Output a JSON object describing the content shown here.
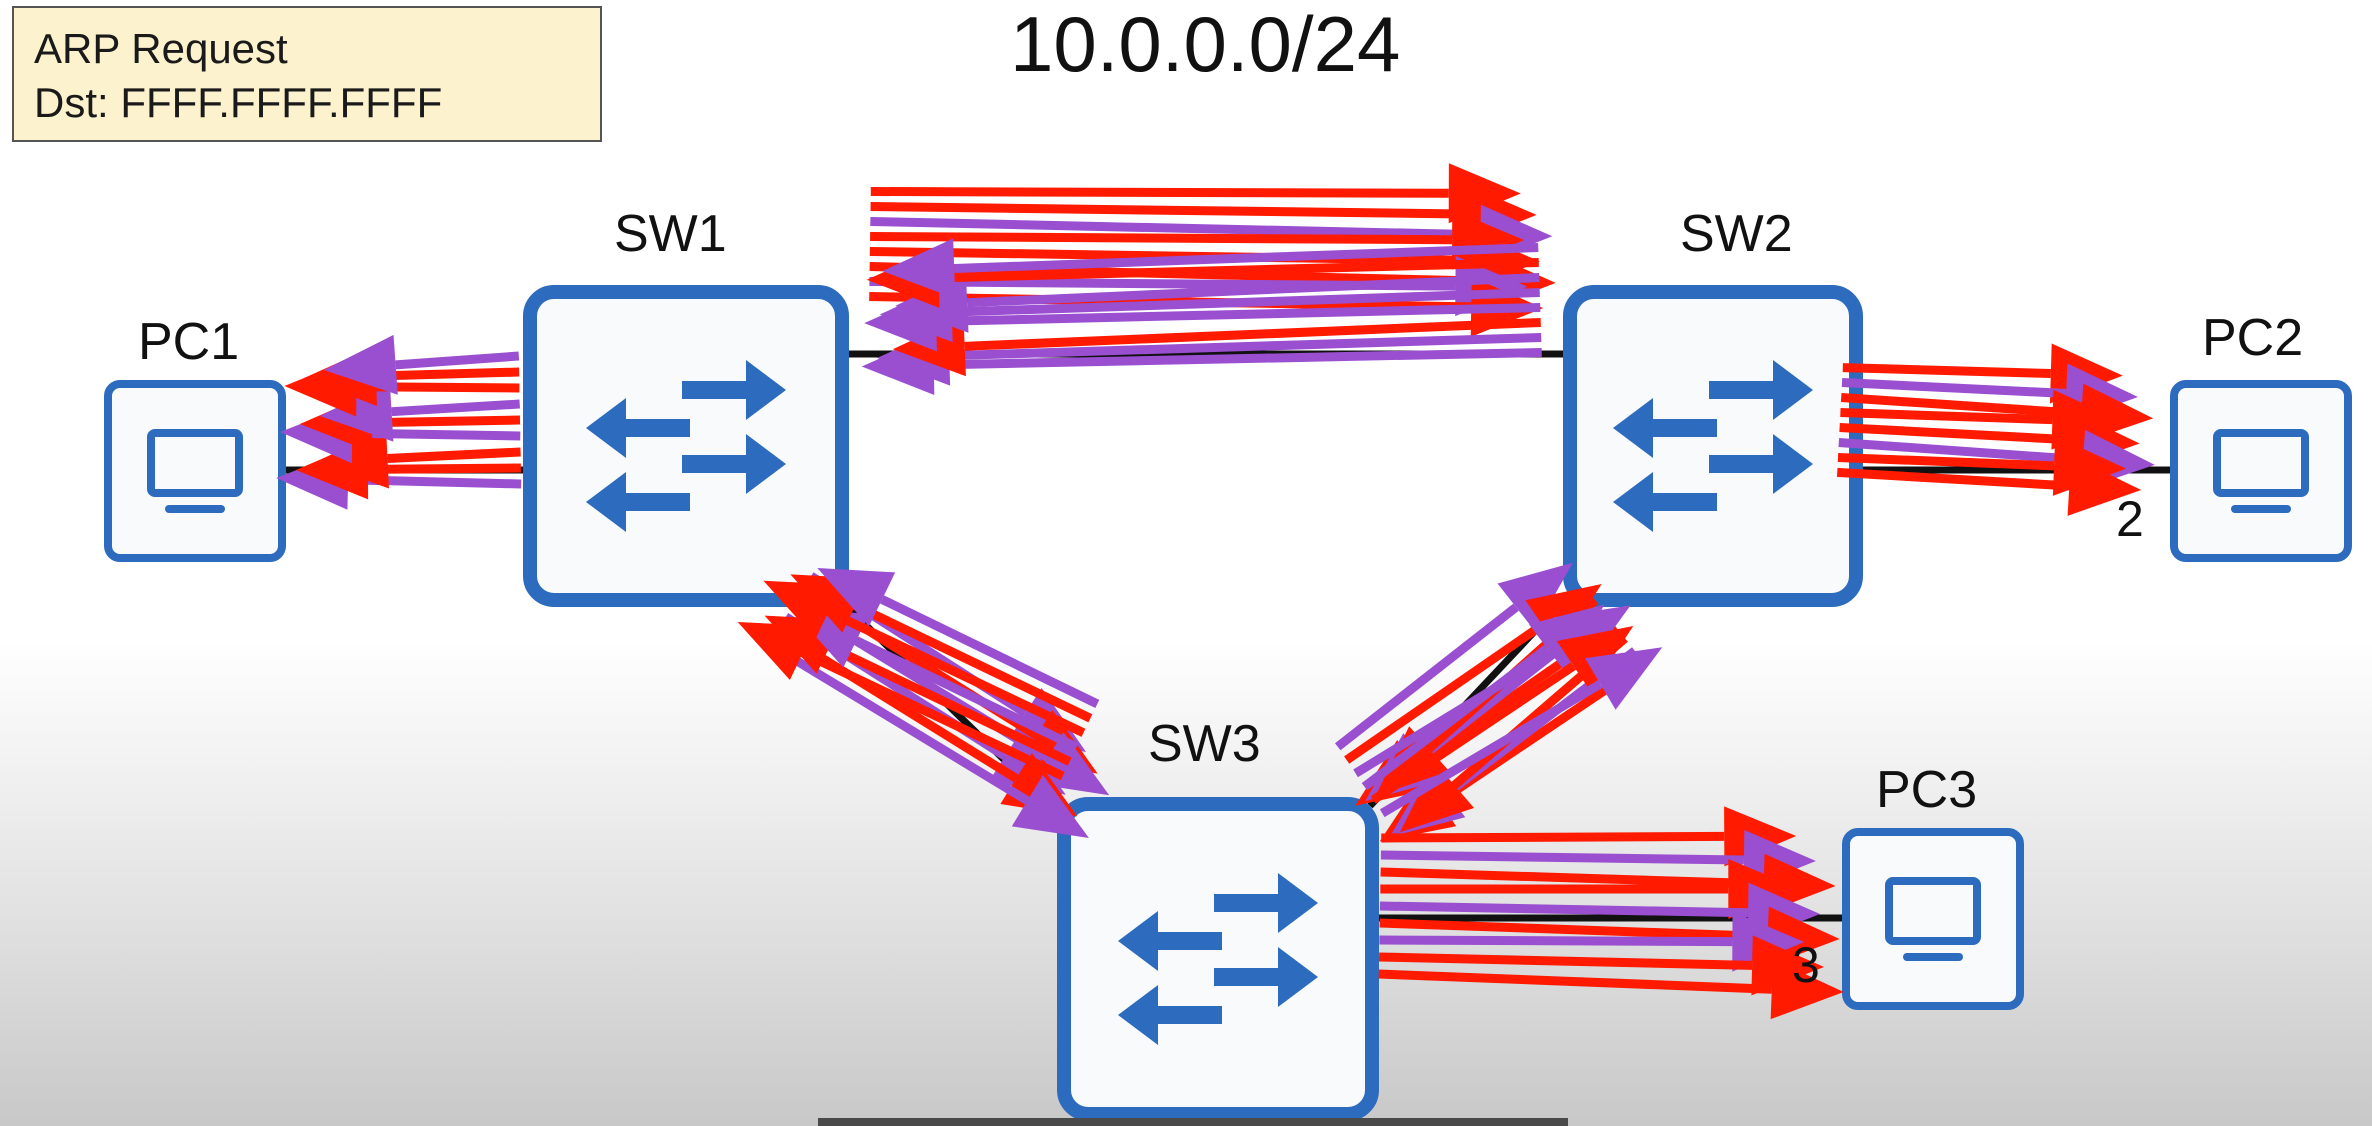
{
  "frame": {
    "title_line1": "ARP Request",
    "title_line2": "Dst: FFFF.FFFF.FFFF"
  },
  "network": {
    "subnet": "10.0.0.0/24"
  },
  "devices": {
    "sw1": "SW1",
    "sw2": "SW2",
    "sw3": "SW3",
    "pc1": "PC1",
    "pc2": "PC2",
    "pc3": "PC3"
  },
  "partial_interface_labels": {
    "pc2_side": "2",
    "pc3_side": "3"
  },
  "colors": {
    "device_blue": "#2d6bbf",
    "arrow_red": "#ff1a00",
    "arrow_purple": "#9a4fd0",
    "link_black": "#111111",
    "frame_fill": "#fdf2ce"
  },
  "icons": {
    "switch": "switch-arrows-icon",
    "pc": "monitor-icon"
  }
}
